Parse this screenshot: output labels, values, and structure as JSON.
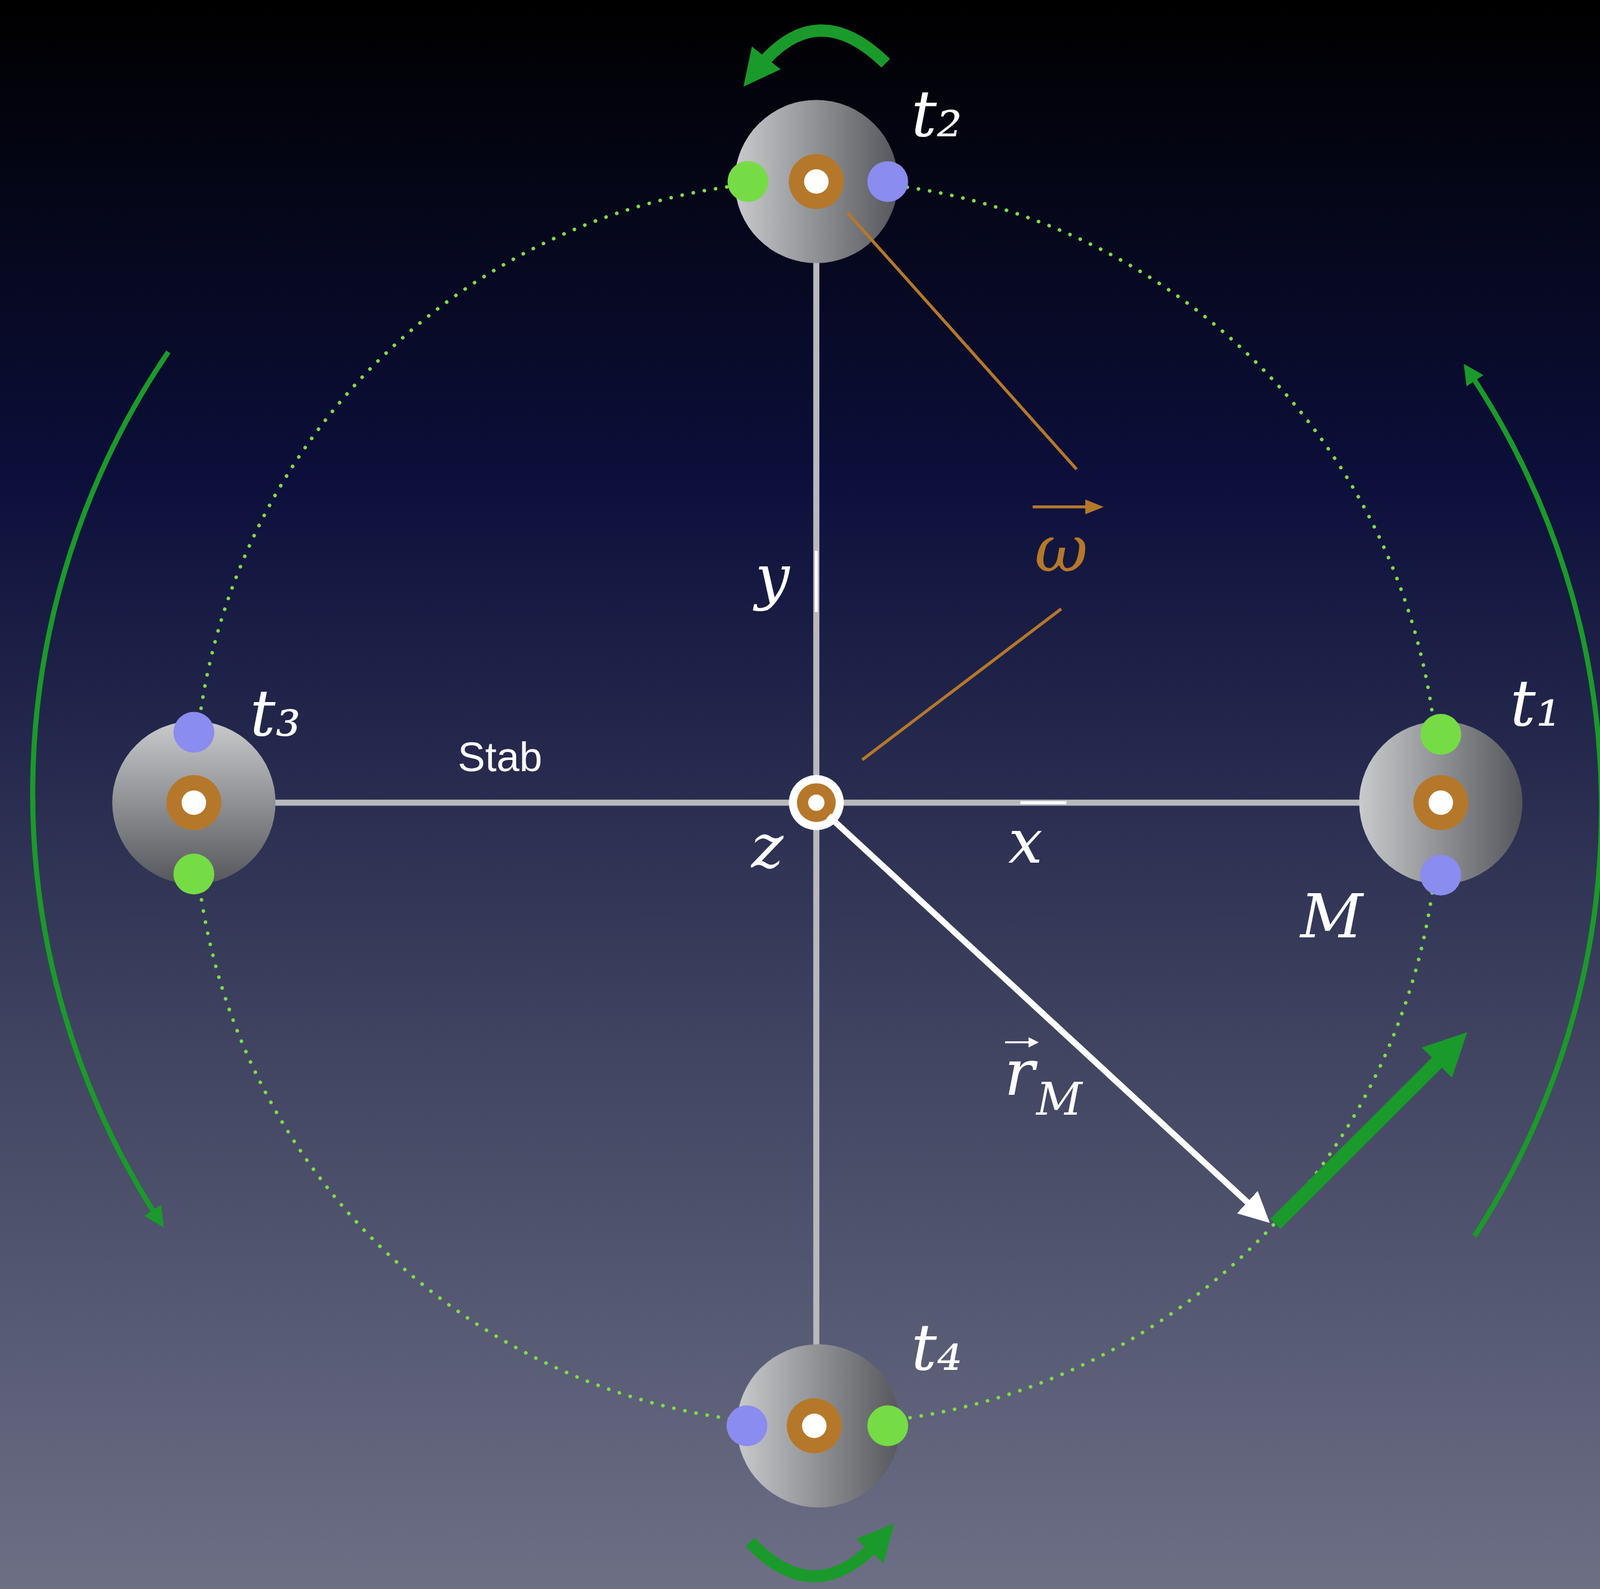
{
  "diagram": {
    "labels": [
      "t₂",
      "t₁",
      "t₃",
      "t₄",
      "Stab",
      "y",
      "x",
      "z",
      "M",
      "ω",
      "r",
      "M"
    ]
  }
}
